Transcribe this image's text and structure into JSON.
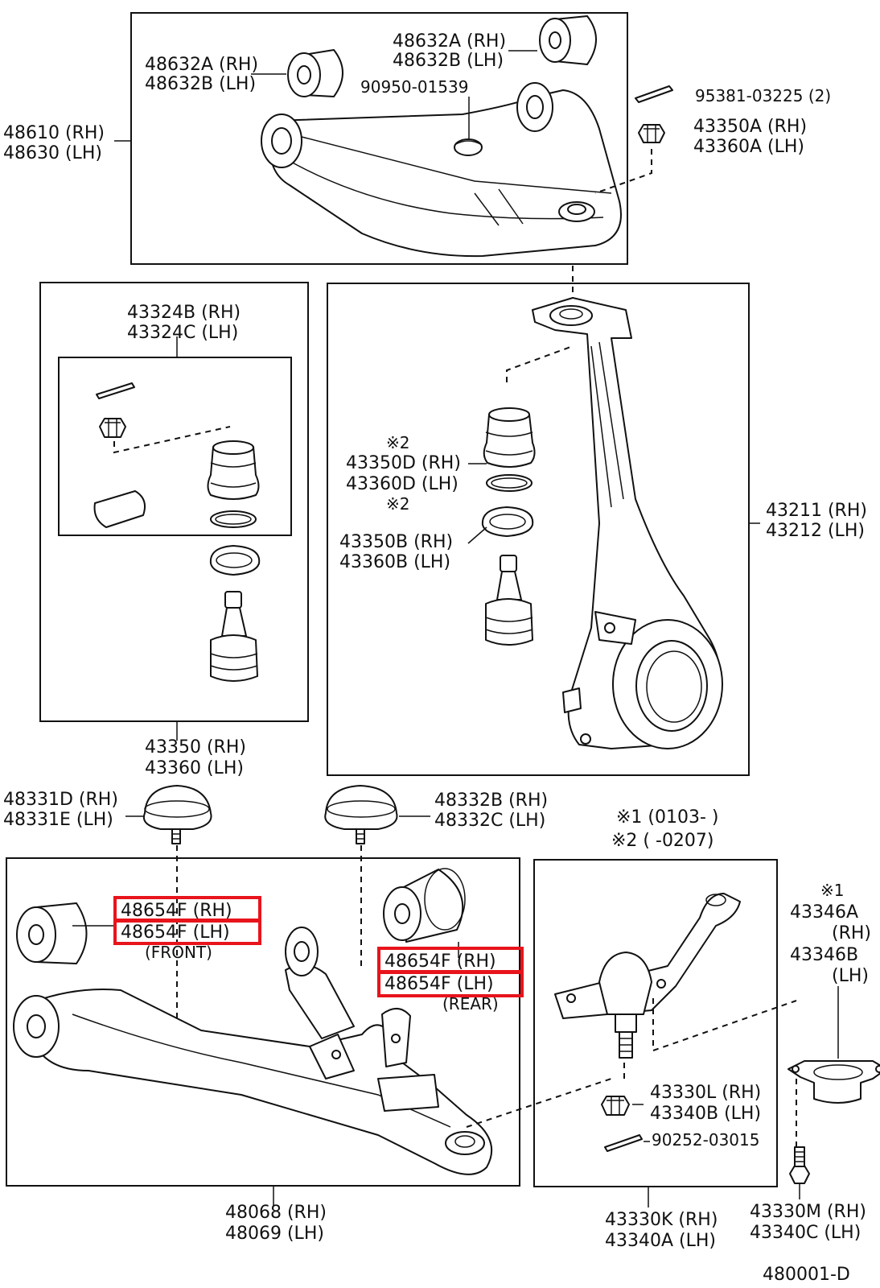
{
  "labels": {
    "upper_bush_left_rh": "48632A (RH)",
    "upper_bush_left_lh": "48632B (LH)",
    "upper_bush_right_rh": "48632A (RH)",
    "upper_bush_right_lh": "48632B (LH)",
    "plug": "90950-01539",
    "cotter_pin_top": "95381-03225 (2)",
    "nut_top_rh": "43350A (RH)",
    "nut_top_lh": "43360A (LH)",
    "upper_arm_rh": "48610 (RH)",
    "upper_arm_lh": "48630 (LH)",
    "kit_rh": "43324B (RH)",
    "kit_lh": "43324C (LH)",
    "note2_a": "※2",
    "boot_rh": "43350D (RH)",
    "boot_lh": "43360D (LH)",
    "note2_b": "※2",
    "snap_rh": "43350B (RH)",
    "snap_lh": "43360B (LH)",
    "knuckle_rh": "43211 (RH)",
    "knuckle_lh": "43212 (LH)",
    "balljoint_rh": "43350 (RH)",
    "balljoint_lh": "43360 (LH)",
    "bumper_front_rh": "48331D (RH)",
    "bumper_front_lh": "48331E (LH)",
    "bumper_rear_rh": "48332B (RH)",
    "bumper_rear_lh": "48332C (LH)",
    "note1_range": "※1 (0103-        )",
    "note2_range": "※2 (        -0207)",
    "lower_front_rh": "48654F (RH)",
    "lower_front_lh": "48654F (LH)",
    "front_tag": "(FRONT)",
    "lower_rear_rh": "48654F (RH)",
    "lower_rear_lh": "48654F (LH)",
    "rear_tag": "(REAR)",
    "lower_arm_rh": "48068 (RH)",
    "lower_arm_lh": "48069 (LH)",
    "lower_nut_rh": "43330L (RH)",
    "lower_nut_lh": "43340B (LH)",
    "lower_pin": "90252-03015",
    "lower_balljoint_rh": "43330K (RH)",
    "lower_balljoint_lh": "43340A (LH)",
    "note1_c": "※1",
    "cover_rh_code": "43346A",
    "cover_rh": "(RH)",
    "cover_lh_code": "43346B",
    "cover_lh": "(LH)",
    "bolt_rh": "43330M (RH)",
    "bolt_lh": "43340C (LH)",
    "diagram_id": "480001-D"
  },
  "colors": {
    "highlight": "#e8141c",
    "line": "#111111",
    "background": "#ffffff"
  }
}
